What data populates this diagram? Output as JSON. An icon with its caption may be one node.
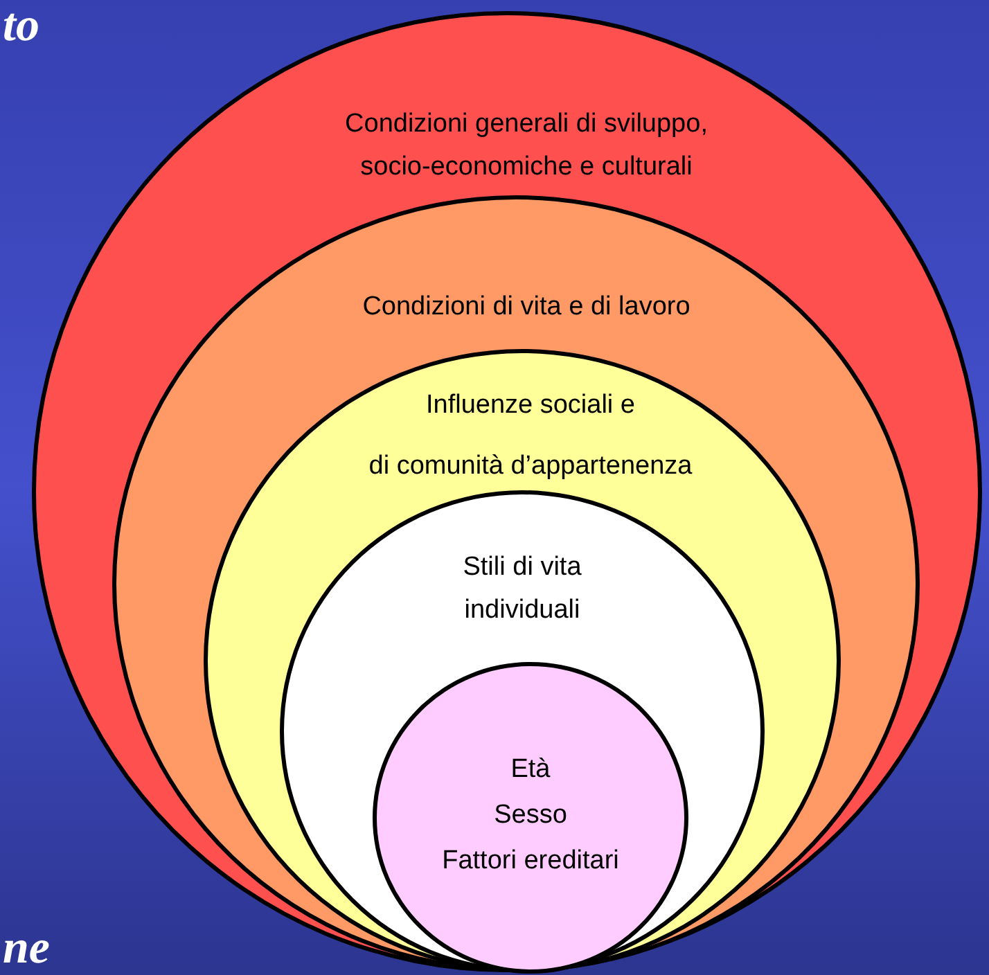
{
  "diagram": {
    "nodes": [
      {
        "text": [
          "Condizioni generali di sviluppo, socio-economiche e culturali"
        ]
      },
      {
        "text": [
          "Condizioni di vita e di lavoro"
        ],
        "in": 0
      },
      {
        "text": [
          "Influenze sociali e",
          "di comunità  d’appartenenza"
        ],
        "in": 1
      },
      {
        "text": [
          "Stili di vita individuali"
        ],
        "in": 2
      },
      {
        "text": [
          "Età",
          "Sesso",
          "Fattori ereditari"
        ],
        "in": 3
      }
    ],
    "labels": [
      "to",
      "ne"
    ]
  }
}
